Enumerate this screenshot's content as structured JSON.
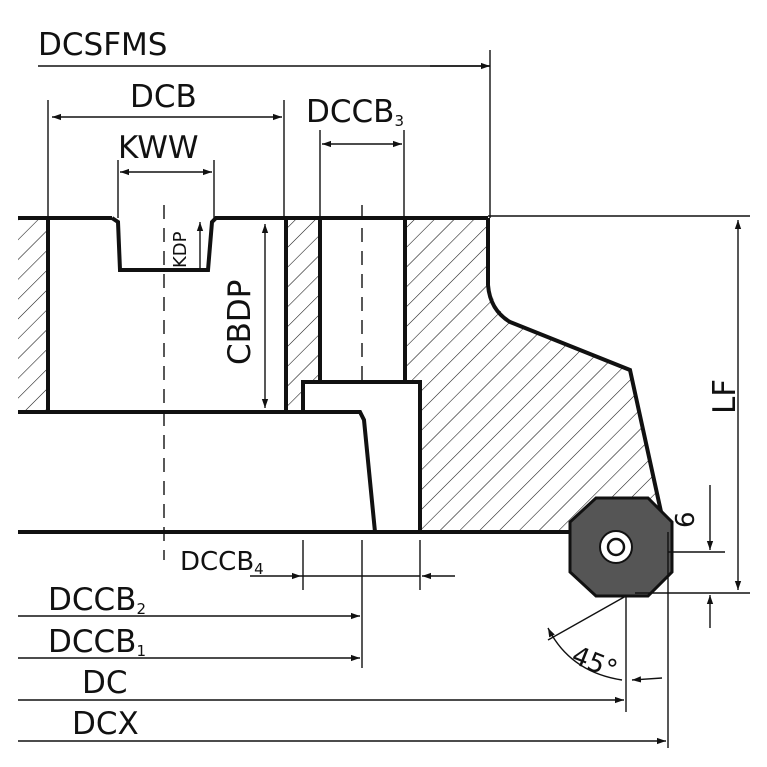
{
  "labels": {
    "dcsfms": "DCSFMS",
    "dcb": "DCB",
    "kww": "KWW",
    "dccb3_main": "DCCB",
    "dccb3_sub": "3",
    "kdp": "KDP",
    "cbdp": "CBDP",
    "lf": "LF",
    "six": "6",
    "dccb4_main": "DCCB",
    "dccb4_sub": "4",
    "dccb2_main": "DCCB",
    "dccb2_sub": "2",
    "dccb1_main": "DCCB",
    "dccb1_sub": "1",
    "dc": "DC",
    "dcx": "DCX",
    "angle": "45°"
  },
  "colors": {
    "line": "#111111",
    "insert": "#555555",
    "hatch": "#111111"
  }
}
